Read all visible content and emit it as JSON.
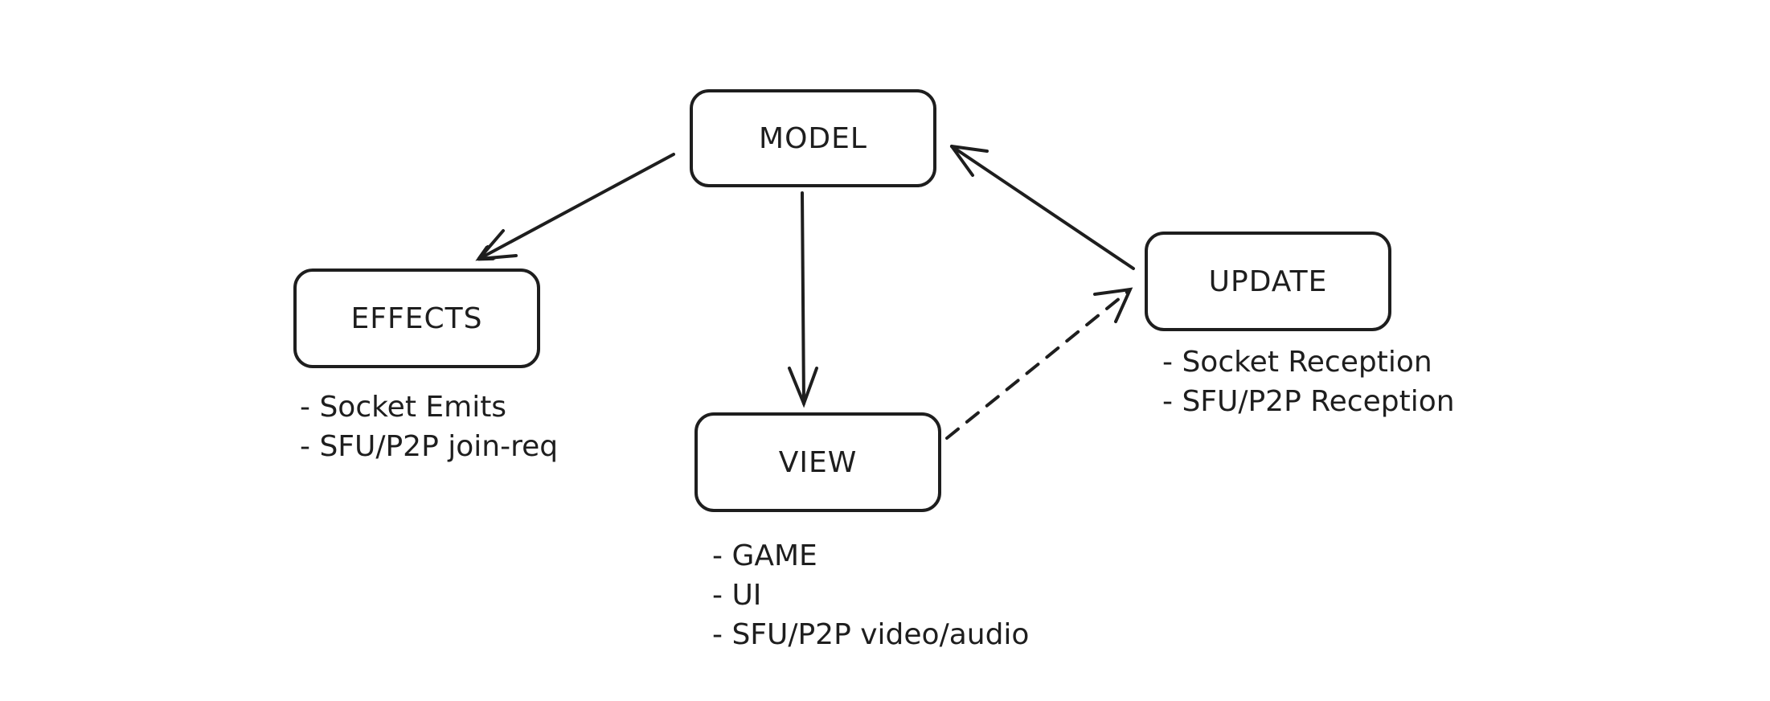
{
  "nodes": {
    "model": {
      "label": "MODEL"
    },
    "effects": {
      "label": "EFFECTS"
    },
    "view": {
      "label": "VIEW"
    },
    "update": {
      "label": "UPDATE"
    }
  },
  "notes": {
    "effects": [
      "Socket Emits",
      "SFU/P2P join-req"
    ],
    "view": [
      "GAME",
      "UI",
      "SFU/P2P video/audio"
    ],
    "update": [
      "Socket Reception",
      "SFU/P2P Reception"
    ]
  },
  "edges": [
    {
      "from": "model",
      "to": "effects",
      "style": "solid"
    },
    {
      "from": "model",
      "to": "view",
      "style": "solid"
    },
    {
      "from": "view",
      "to": "update",
      "style": "dashed"
    },
    {
      "from": "update",
      "to": "model",
      "style": "solid"
    }
  ],
  "colors": {
    "stroke": "#1e1e1e",
    "background": "#ffffff"
  }
}
